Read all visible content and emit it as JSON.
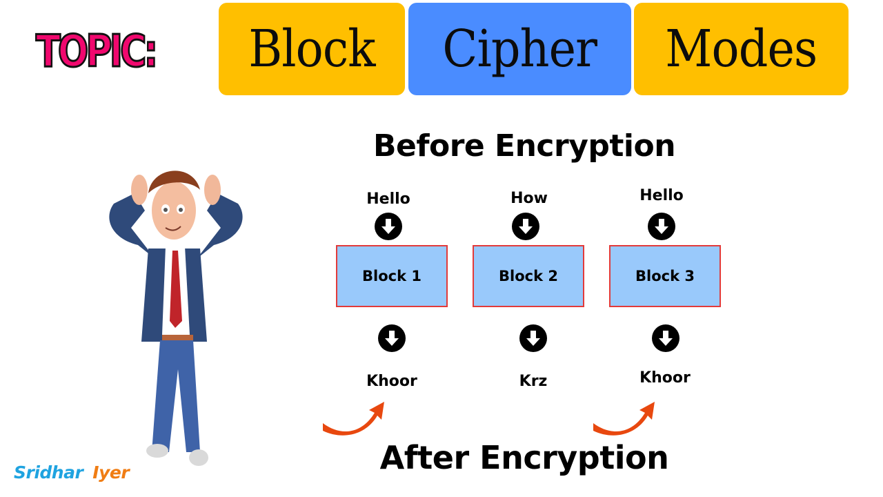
{
  "header": {
    "topic_label": "TOPIC:",
    "title_words": [
      {
        "text": "Block",
        "color": "#ffbf00"
      },
      {
        "text": "Cipher",
        "color": "#4a8cff"
      },
      {
        "text": "Modes",
        "color": "#ffbf00"
      }
    ]
  },
  "diagram": {
    "top_heading": "Before Encryption",
    "bottom_heading": "After Encryption",
    "columns": [
      {
        "plaintext": "Hello",
        "block": "Block 1",
        "ciphertext": "Khoor"
      },
      {
        "plaintext": "How",
        "block": "Block 2",
        "ciphertext": "Krz"
      },
      {
        "plaintext": "Hello",
        "block": "Block 3",
        "ciphertext": "Khoor"
      }
    ],
    "colors": {
      "block_fill": "#99c9fb",
      "block_border": "#e23a3a",
      "curved_arrow": "#e8480f"
    }
  },
  "credit": {
    "first_name": "Sridhar",
    "last_name": "Iyer"
  }
}
